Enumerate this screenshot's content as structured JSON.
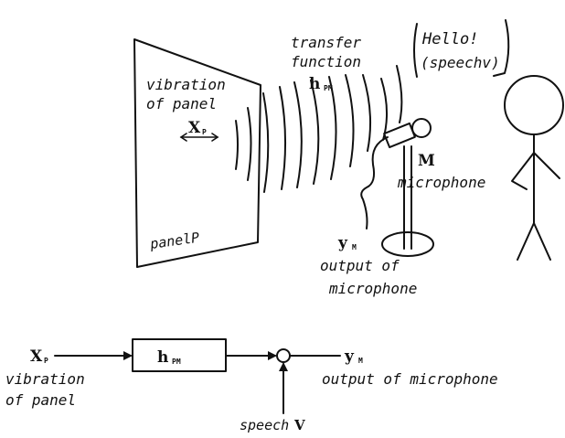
{
  "scene": {
    "vibration_of_panel": [
      "vibration",
      "of panel"
    ],
    "xp": {
      "main": "X",
      "sub": "P"
    },
    "panel_label": "panelP",
    "transfer_function": [
      "transfer",
      "function"
    ],
    "hpm": {
      "main": "h",
      "sub": "PM"
    },
    "speech_bubble": [
      "Hello!",
      "(speechv)"
    ],
    "mic_letter": "M",
    "microphone": "microphone",
    "ym": {
      "main": "y",
      "sub": "M"
    },
    "output_of_microphone": [
      "output of",
      "microphone"
    ]
  },
  "block": {
    "input": {
      "main": "X",
      "sub": "P"
    },
    "box": {
      "main": "h",
      "sub": "PM"
    },
    "output": {
      "main": "y",
      "sub": "M"
    },
    "vibration_of_panel": [
      "vibration",
      "of panel"
    ],
    "output_of_microphone": "output of microphone",
    "speech": {
      "text": "speech",
      "sym": "V"
    }
  }
}
